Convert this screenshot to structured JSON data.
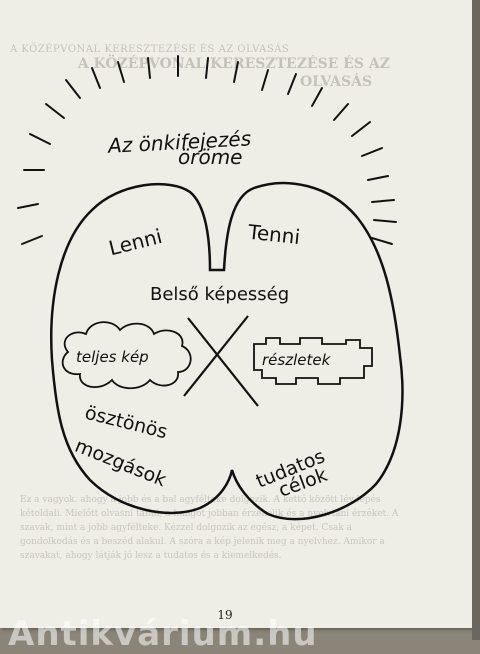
{
  "diagram": {
    "title_line1": "Az önkifejezés",
    "title_line2": "öröme",
    "left_top": "Lenni",
    "right_top": "Tenni",
    "center": "Belső képesség",
    "left_cloud": "teljes kép",
    "right_box": "részletek",
    "bottom_left_line1": "ösztönös",
    "bottom_left_line2": "mozgások",
    "bottom_right_line1": "tudatos",
    "bottom_right_line2": "célok"
  },
  "page_number": "19",
  "watermark": "Antikvárium.hu"
}
